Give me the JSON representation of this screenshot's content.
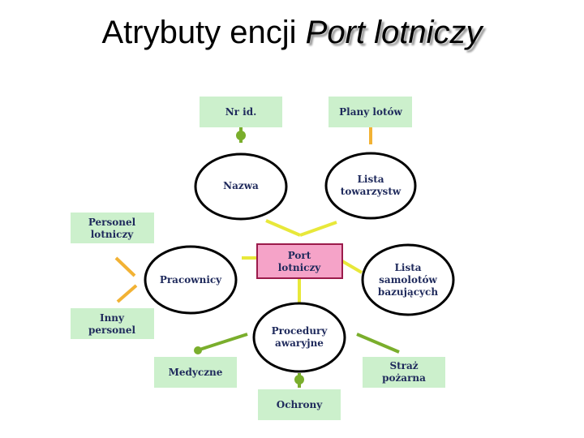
{
  "slide": {
    "title_main": "Atrybuty encji ",
    "title_emphasis": "Port lotniczy"
  },
  "colors": {
    "box_fill": "#ccf0cc",
    "center_fill": "#f5a3c8",
    "center_border": "#9b1b4b",
    "text": "#1f2a5c",
    "line_green": "#7aae2c",
    "line_orange": "#f2b234",
    "line_yellow": "#e8e83a",
    "ellipse_border": "#000000"
  },
  "diagram": {
    "nodes": {
      "nr_id": [
        "Nr id."
      ],
      "plany_lotow": [
        "Plany lotów"
      ],
      "nazwa": [
        "Nazwa"
      ],
      "lista_towarzystw": [
        "Lista",
        "towarzystw"
      ],
      "personel_lotniczy": [
        "Personel",
        "lotniczy"
      ],
      "port_lotniczy": [
        "Port",
        "lotniczy"
      ],
      "pracownicy": [
        "Pracownicy"
      ],
      "lista_samolotow": [
        "Lista",
        "samolotów",
        "bazujących"
      ],
      "inny_personel": [
        "Inny",
        "personel"
      ],
      "procedury_awaryjne": [
        "Procedury",
        "awaryjne"
      ],
      "medyczne": [
        "Medyczne"
      ],
      "straz_pozarna": [
        "Straż",
        "pożarna"
      ],
      "ochrony": [
        "Ochrony"
      ]
    }
  }
}
